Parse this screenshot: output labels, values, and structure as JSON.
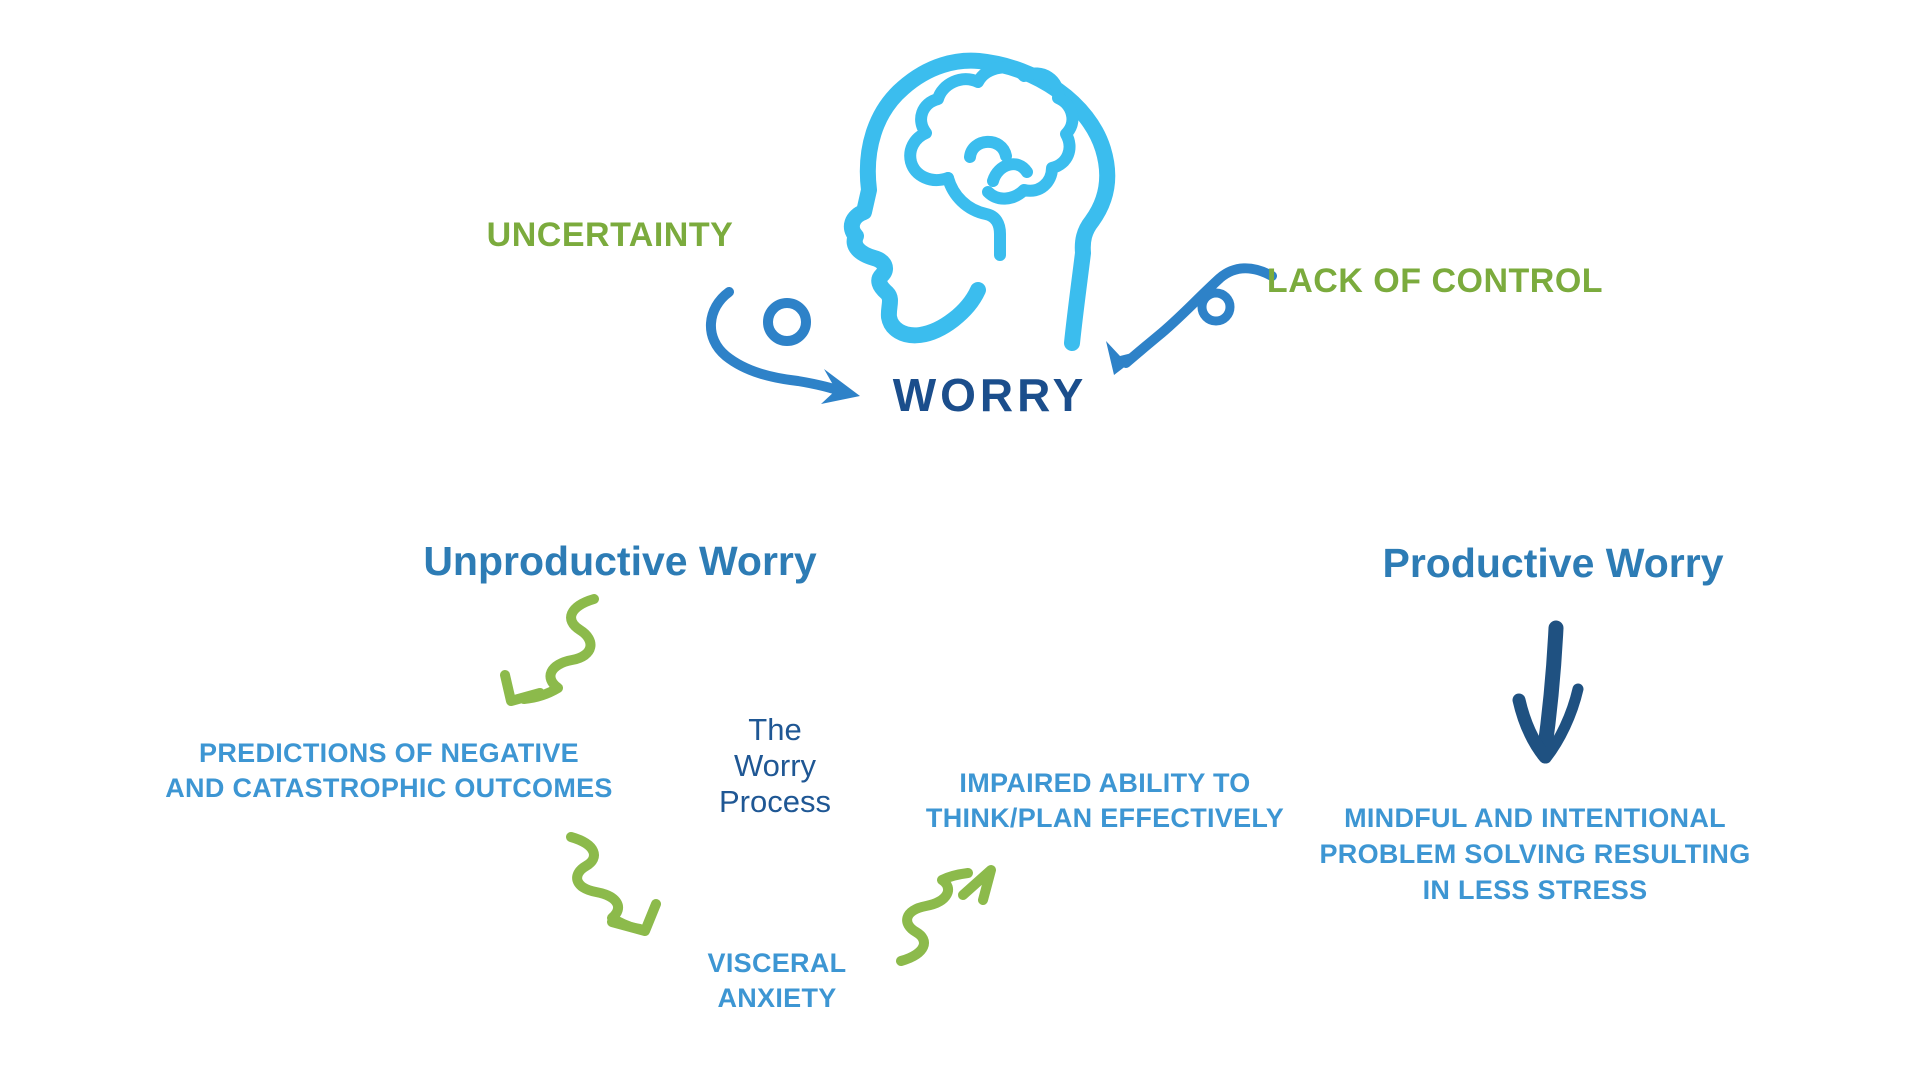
{
  "diagram": {
    "background": "#ffffff",
    "top": {
      "uncertainty": "UNCERTAINTY",
      "lack_of_control": "LACK OF CONTROL",
      "worry": "WORRY"
    },
    "headings": {
      "unproductive": "Unproductive Worry",
      "productive": "Productive Worry"
    },
    "center_label": {
      "lines": [
        "The",
        "Worry",
        "Process"
      ]
    },
    "nodes": {
      "predictions": {
        "lines": [
          "PREDICTIONS OF NEGATIVE",
          "AND CATASTROPHIC OUTCOMES"
        ]
      },
      "visceral": {
        "lines": [
          "VISCERAL",
          "ANXIETY"
        ]
      },
      "impaired": {
        "lines": [
          "IMPAIRED ABILITY TO",
          "THINK/PLAN EFFECTIVELY"
        ]
      },
      "mindful": {
        "lines": [
          "MINDFUL AND INTENTIONAL",
          "PROBLEM SOLVING RESULTING",
          "IN LESS STRESS"
        ]
      }
    },
    "icons": {
      "head_brain": "head-brain-icon",
      "loop_arrow_left": "curved-loop-arrow",
      "loop_arrow_right": "curved-loop-arrow",
      "down_arrow": "hand-drawn-down-arrow",
      "squiggle_arrows": "wavy-green-arrow"
    },
    "colors": {
      "green_text": "#7bab3d",
      "green_arrow": "#8cba4b",
      "head_icon_blue": "#3bbdee",
      "worry_arrow_blue": "#2e82c8",
      "worry_navy": "#1b4e8c",
      "heading_blue": "#2d7cb5",
      "label_blue": "#3d96d3",
      "process_blue": "#1f5794",
      "productive_arrow_navy": "#1f5181"
    }
  }
}
